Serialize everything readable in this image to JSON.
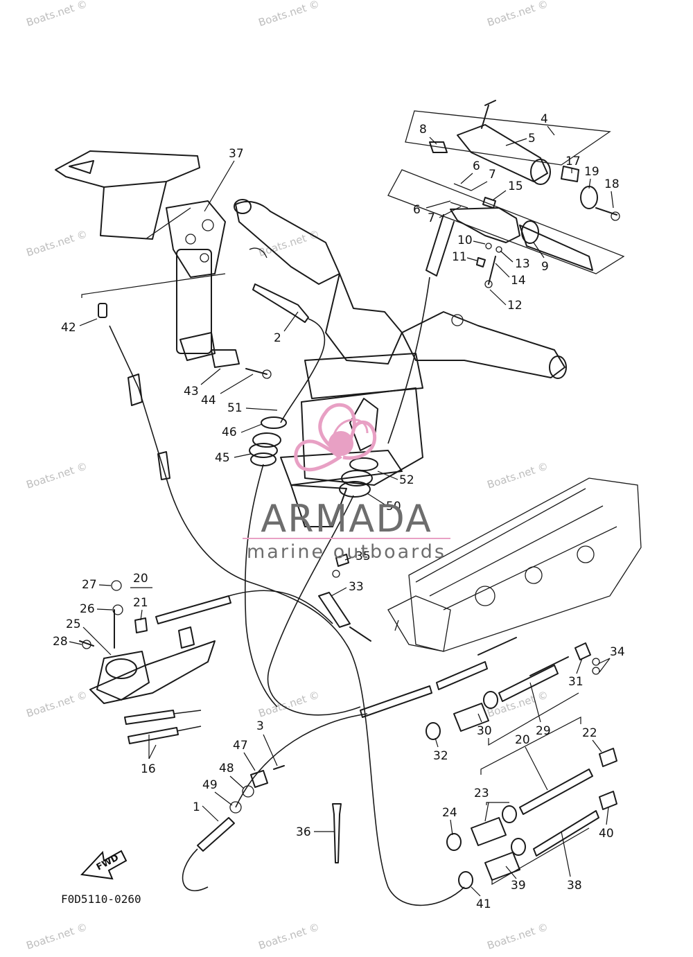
{
  "watermark": "Boats.net ©",
  "brand": {
    "name": "ARMADA",
    "tagline": "marine outboards",
    "logo_color": "#e8a0c4",
    "text_color": "#6d6d6d"
  },
  "diagram_code": "F0D5110-0260",
  "fwd_label": "FWD",
  "callouts": [
    "1",
    "2",
    "3",
    "4",
    "5",
    "6",
    "6",
    "7",
    "7",
    "8",
    "9",
    "10",
    "11",
    "12",
    "13",
    "14",
    "15",
    "16",
    "17",
    "18",
    "19",
    "20",
    "20",
    "21",
    "22",
    "23",
    "24",
    "25",
    "26",
    "27",
    "28",
    "29",
    "30",
    "31",
    "32",
    "33",
    "34",
    "35",
    "36",
    "37",
    "38",
    "39",
    "40",
    "41",
    "42",
    "43",
    "44",
    "45",
    "46",
    "47",
    "48",
    "49",
    "50",
    "51",
    "52"
  ]
}
